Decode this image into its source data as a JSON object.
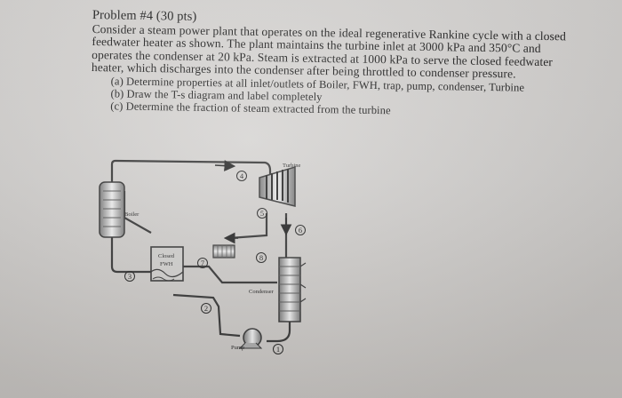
{
  "problem": {
    "title": "Problem #4 (30 pts)",
    "lines": [
      "Consider a steam power plant that operates on the ideal regenerative Rankine cycle with a closed",
      "feedwater heater as shown.  The plant maintains the turbine inlet at 3000 kPa and 350°C and",
      "operates the condenser at 20 kPa.  Steam is extracted at 1000 kPa to serve the closed feedwater",
      "heater, which discharges into the condenser after being throttled to condenser pressure."
    ],
    "parts": [
      "(a) Determine properties at all inlet/outlets of Boiler, FWH, trap, pump, condenser, Turbine",
      "(b) Draw the T-s diagram and label completely",
      "(c) Determine the fraction of steam extracted from the turbine"
    ]
  },
  "diagram": {
    "labels": {
      "turbine": "Turbine",
      "boiler": "Boiler",
      "fwh_line1": "Closed",
      "fwh_line2": "FWH",
      "condenser": "Condenser",
      "pump": "Pump"
    },
    "states": [
      "1",
      "2",
      "3",
      "4",
      "5",
      "6",
      "7",
      "8"
    ]
  },
  "colors": {
    "paper": "#d4d2d0",
    "ink": "#1e1e1e"
  }
}
